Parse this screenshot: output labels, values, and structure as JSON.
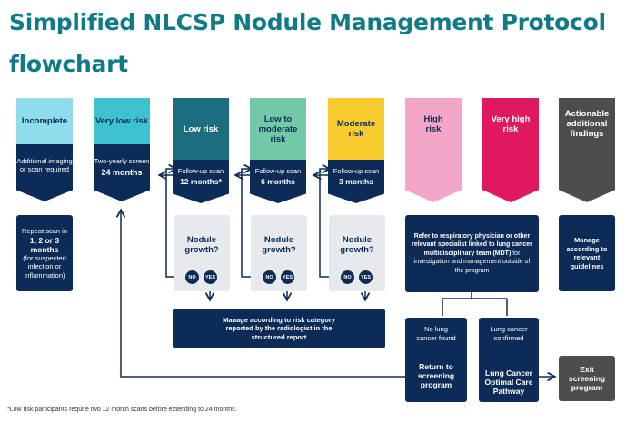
{
  "title": "Simplified NLCSP Nodule Management Protocol flowchart",
  "categories": [
    {
      "label": "Incomplete",
      "detail": "Additional imaging or scan required",
      "color": "#8fdcec",
      "text_color": "#0d2b57"
    },
    {
      "label": "Very low risk",
      "detail": "Two-yearly screen",
      "detail_bold": "24 months",
      "color": "#3cc3cf",
      "text_color": "#0d2b57"
    },
    {
      "label": "Low risk",
      "detail": "Follow-up scan",
      "detail_bold": "12 months*",
      "color": "#1a6e7d",
      "text_color": "#ffffff"
    },
    {
      "label": "Low to moderate risk",
      "detail": "Follow-up scan",
      "detail_bold": "6 months",
      "color": "#72c9a6",
      "text_color": "#0d2b57"
    },
    {
      "label": "Moderate risk",
      "detail": "Follow-up scan",
      "detail_bold": "3 months",
      "color": "#f8cc2f",
      "text_color": "#0d2b57"
    },
    {
      "label": "High risk",
      "color": "#f3a6c8",
      "text_color": "#0d2b57"
    },
    {
      "label": "Very high risk",
      "color": "#e0185f",
      "text_color": "#ffffff"
    },
    {
      "label": "Actionable additional findings",
      "color": "#4d4d4d",
      "text_color": "#ffffff"
    }
  ],
  "incomplete_action": {
    "line1": "Repeat scan in",
    "bold": "1, 2 or 3 months",
    "line2": "(for suspected infection or inflammation)"
  },
  "nodule_growth": "Nodule growth?",
  "no": "NO",
  "yes": "YES",
  "manage_risk": "Manage according to risk category reported by the radiologist in the structured report",
  "high_refer": {
    "part1": "Refer to respiratory physician or other relevant specialist linked to lung cancer multidisciplinary team (MDT)",
    "part2": " for investigation and management outside of the program"
  },
  "manage_guidelines": "Manage according to relevant guidelines",
  "no_lung_cancer": "No lung cancer found",
  "return_program": "Return to screening program",
  "lung_cancer_confirmed": "Lung cancer confirmed",
  "optimal_care": "Lung Cancer Optimal Care Pathway",
  "exit_program": "Exit screening program",
  "footnote": "*Low risk participants require two 12 month scans before extending to 24 months."
}
